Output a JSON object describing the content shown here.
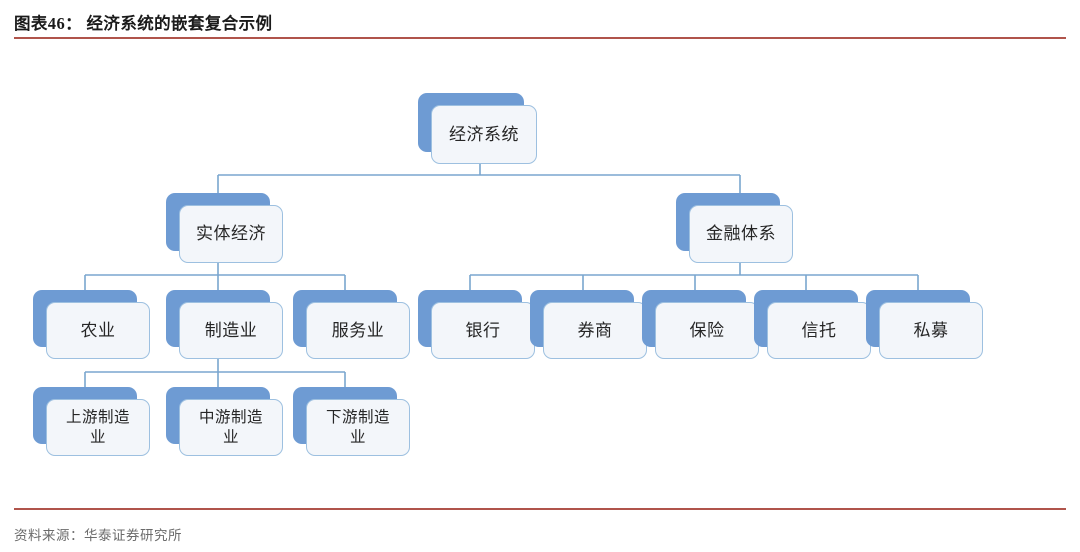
{
  "header": {
    "title": "图表46： 经济系统的嵌套复合示例",
    "rule_color": "#b0544b"
  },
  "footer": {
    "source": "资料来源：华泰证券研究所",
    "rule_color": "#b0544b"
  },
  "theme": {
    "node_shadow_color": "#6e9bd3",
    "node_fill_color": "#f3f6fa",
    "node_border_color": "#9dc0e0",
    "connector_color": "#7aa6cf",
    "title_color": "#1a1a1a",
    "source_color": "#6b6b6b"
  },
  "diagram": {
    "type": "tree",
    "root": {
      "id": "economy",
      "label": "经济系统"
    },
    "level2": [
      {
        "id": "real-economy",
        "label": "实体经济"
      },
      {
        "id": "financial-system",
        "label": "金融体系"
      }
    ],
    "real_economy_children": [
      {
        "id": "agriculture",
        "label": "农业"
      },
      {
        "id": "manufacturing",
        "label": "制造业"
      },
      {
        "id": "services",
        "label": "服务业"
      }
    ],
    "financial_children": [
      {
        "id": "bank",
        "label": "银行"
      },
      {
        "id": "broker",
        "label": "券商"
      },
      {
        "id": "insurance",
        "label": "保险"
      },
      {
        "id": "trust",
        "label": "信托"
      },
      {
        "id": "private-fund",
        "label": "私募"
      }
    ],
    "manufacturing_children": [
      {
        "id": "upstream",
        "label": "上游制造\n业"
      },
      {
        "id": "midstream",
        "label": "中游制造\n业"
      },
      {
        "id": "downstream",
        "label": "下游制造\n业"
      }
    ]
  }
}
